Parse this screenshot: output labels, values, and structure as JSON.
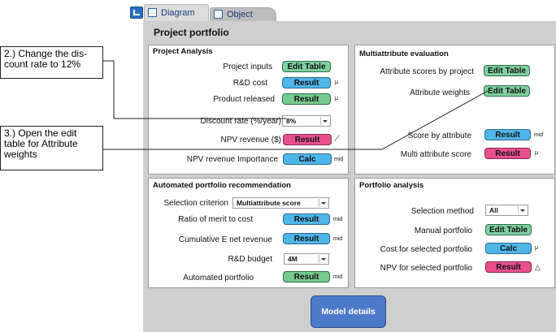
{
  "tabs": [
    {
      "label": "Diagram",
      "icon": "diagram-icon"
    },
    {
      "label": "Object",
      "icon": "object-icon"
    }
  ],
  "page_title": "Project portfolio",
  "project_analysis": {
    "title": "Project Analysis",
    "project_inputs": {
      "label": "Project inputs",
      "button": "Edit Table"
    },
    "rd_cost": {
      "label": "R&D cost",
      "button": "Result",
      "unit": "μ"
    },
    "product_released": {
      "label": "Product released",
      "button": "Result",
      "unit": "μ"
    },
    "discount_rate": {
      "label": "Discount rate  (%/year)",
      "value": "8%"
    },
    "npv_revenue": {
      "label": "NPV revenue      ($)",
      "button": "Result",
      "unit": "⟋"
    },
    "npv_importance": {
      "label": "NPV revenue Importance",
      "button": "Calc",
      "unit": "mid"
    }
  },
  "multiattribute": {
    "title": "Multiattribute evaluation",
    "scores_by_project": {
      "label": "Attribute scores by project",
      "button": "Edit Table"
    },
    "attribute_weights": {
      "label": "Attribute weights",
      "button": "Edit Table"
    },
    "score_by_attribute": {
      "label": "Score by attribute",
      "button": "Result",
      "unit": "mid"
    },
    "multi_attribute_score": {
      "label": "Multi attribute score",
      "button": "Result",
      "unit": "μ"
    }
  },
  "automated": {
    "title": "Automated portfolio recommendation",
    "selection_criterion": {
      "label": "Selection criterion",
      "value": "Multiattribute score"
    },
    "ratio_merit": {
      "label": "Ratio of merit to cost",
      "button": "Result",
      "unit": "mid"
    },
    "cumulative": {
      "label": "Cumulative E net revenue",
      "button": "Result",
      "unit": "mid"
    },
    "rd_budget": {
      "label": "R&D budget",
      "value": "4M"
    },
    "automated_portfolio": {
      "label": "Automated  portfolio",
      "button": "Result",
      "unit": "mid"
    }
  },
  "portfolio_analysis": {
    "title": "Portfolio analysis",
    "selection_method": {
      "label": "Selection method",
      "value": "All"
    },
    "manual_portfolio": {
      "label": "Manual portfolio",
      "button": "Edit Table"
    },
    "cost_selected": {
      "label": "Cost for selected portfolio",
      "button": "Calc",
      "unit": "μ"
    },
    "npv_selected": {
      "label": "NPV for selected portfolio",
      "button": "Result",
      "unit": "△"
    }
  },
  "model_details": "Model details",
  "callouts": {
    "step2": "2.) Change the dis-count rate to 12%",
    "step3": "3.) Open the edit table for Attribute weights"
  }
}
